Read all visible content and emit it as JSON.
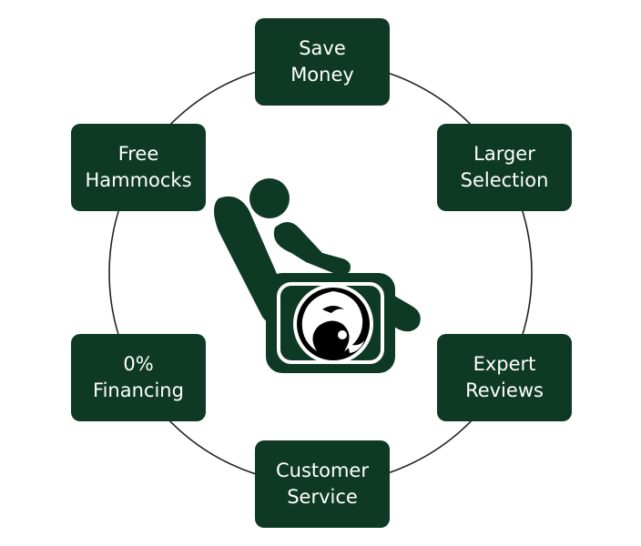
{
  "colors": {
    "box_fill": "#0e3a25",
    "box_text": "#ffffff",
    "ring": "#222222",
    "chair": "#0e3a25",
    "logo_bg": "#000000",
    "logo_fg": "#ffffff"
  },
  "benefits": {
    "save_money": {
      "line1": "Save",
      "line2": "Money"
    },
    "larger_selection": {
      "line1": "Larger",
      "line2": "Selection"
    },
    "expert_reviews": {
      "line1": "Expert",
      "line2": "Reviews"
    },
    "customer_service": {
      "line1": "Customer",
      "line2": "Service"
    },
    "financing": {
      "line1": "0%",
      "line2": "Financing"
    },
    "free_hammocks": {
      "line1": "Free",
      "line2": "Hammocks"
    }
  },
  "center_icon": {
    "name": "massage-chair-icon",
    "logo": "dragon-logo-icon"
  }
}
